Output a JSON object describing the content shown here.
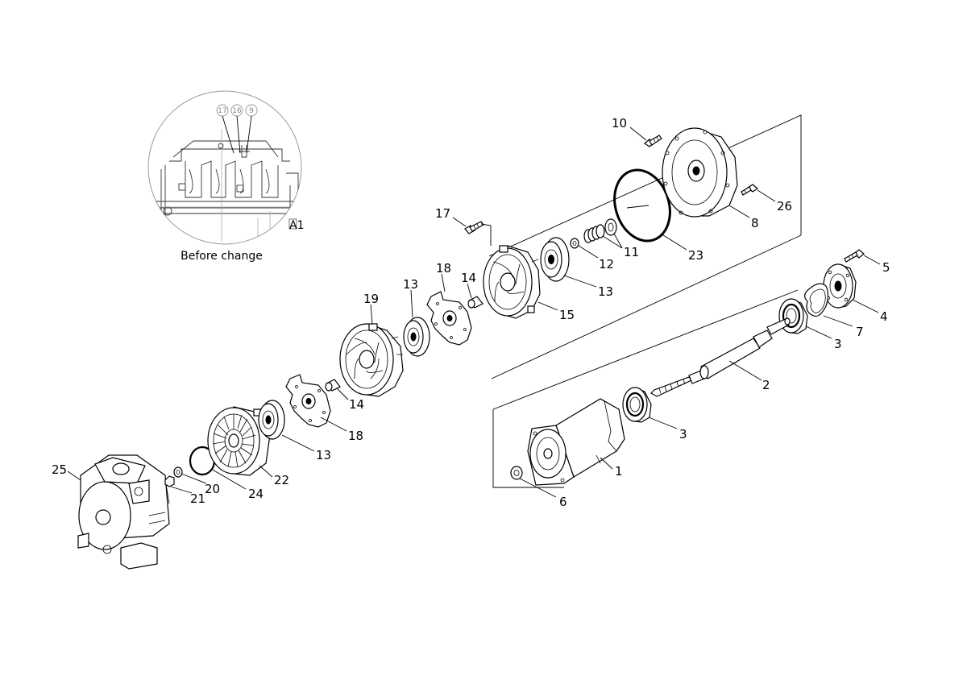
{
  "detail": {
    "caption": "Before change",
    "view_label": "A1",
    "callouts": [
      "17",
      "16",
      "9"
    ]
  },
  "parts": {
    "p1": "1",
    "p2": "2",
    "p3a": "3",
    "p3b": "3",
    "p4": "4",
    "p5": "5",
    "p6": "6",
    "p7": "7",
    "p8": "8",
    "p10": "10",
    "p11": "11",
    "p12": "12",
    "p13a": "13",
    "p13b": "13",
    "p13c": "13",
    "p14a": "14",
    "p14b": "14",
    "p15": "15",
    "p17": "17",
    "p18a": "18",
    "p18b": "18",
    "p19": "19",
    "p20": "20",
    "p21": "21",
    "p22": "22",
    "p23": "23",
    "p24": "24",
    "p25": "25",
    "p26": "26"
  }
}
